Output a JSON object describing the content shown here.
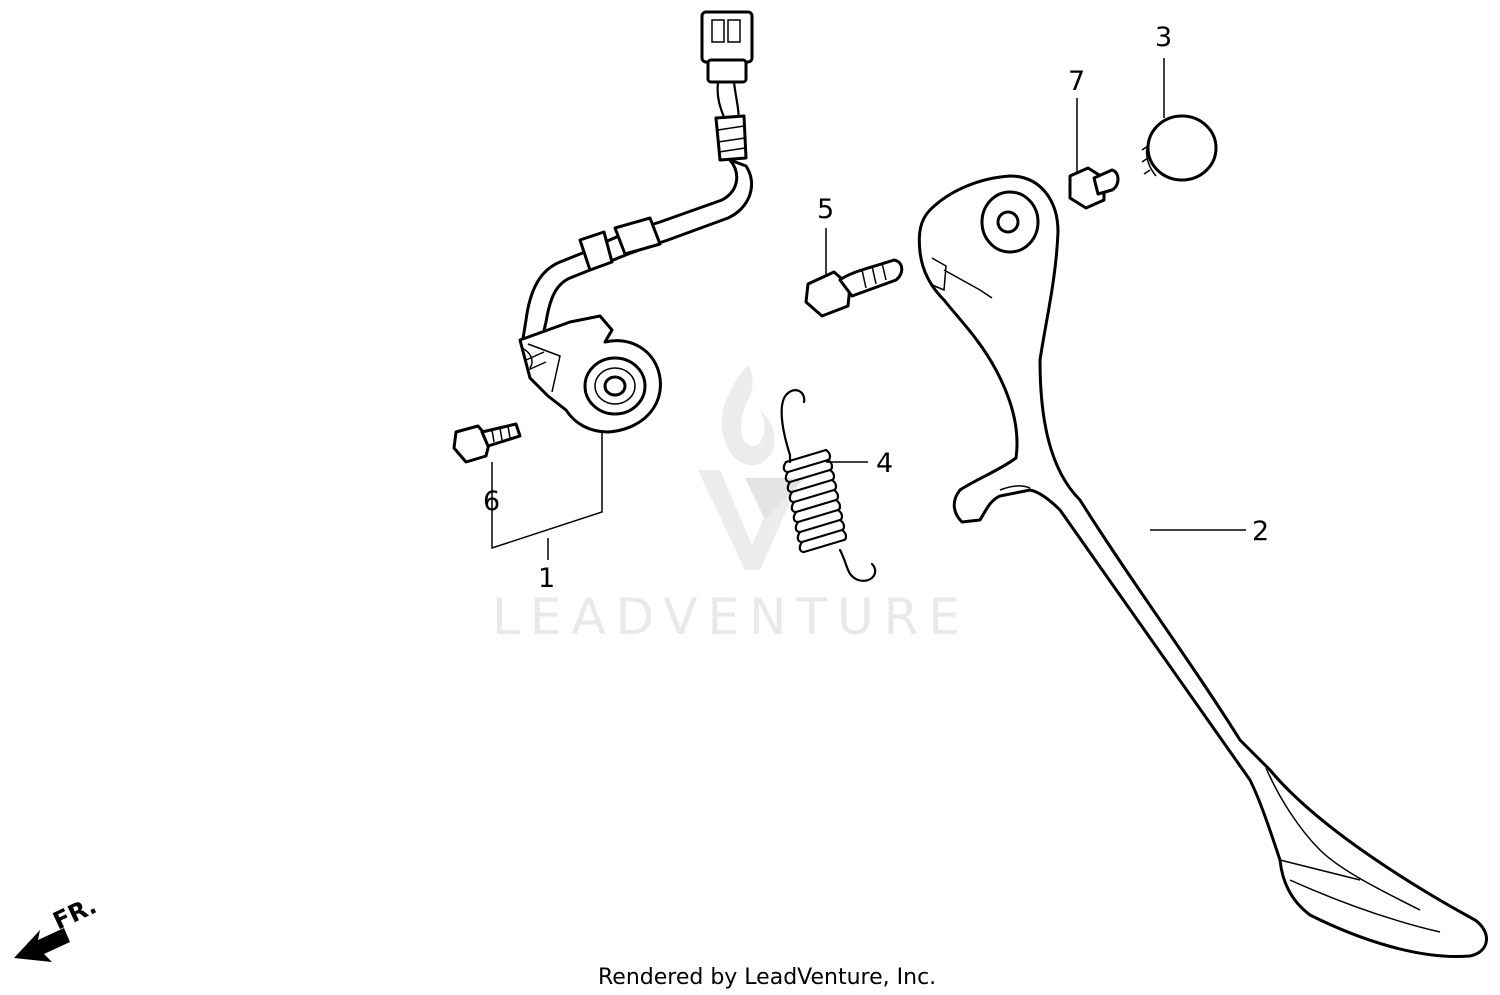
{
  "callouts": [
    {
      "id": "1",
      "label": "1"
    },
    {
      "id": "2",
      "label": "2"
    },
    {
      "id": "3",
      "label": "3"
    },
    {
      "id": "4",
      "label": "4"
    },
    {
      "id": "5",
      "label": "5"
    },
    {
      "id": "6",
      "label": "6"
    },
    {
      "id": "7",
      "label": "7"
    }
  ],
  "watermark": "LEADVENTURE",
  "front_arrow_label": "FR.",
  "footer": "Rendered by LeadVenture, Inc."
}
